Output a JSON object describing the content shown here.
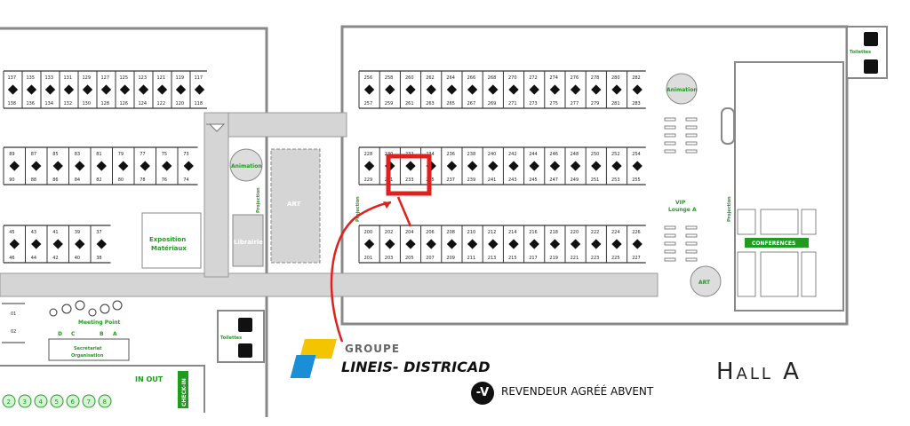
{
  "zones": {
    "animation_top": "Animation",
    "animation_left": "Animation",
    "art_hall": "ART",
    "art_circle": "ART",
    "vip": "VIP",
    "vip_sub": "Lounge A",
    "conferences": "CONFERENCES",
    "exposition": "Exposition",
    "exposition_sub": "Matériaux",
    "librairie": "Librairie",
    "projection": "Projection",
    "toilettes": "Toilettes",
    "meeting_point": "Meeting Point",
    "secretariat": "Secrétariat",
    "secretariat_sub": "Organisation",
    "in_out": "IN OUT",
    "check_in": "CHECK-IN"
  },
  "gates": [
    "D",
    "C",
    "B",
    "A"
  ],
  "parking_numbers": [
    "2",
    "3",
    "4",
    "5",
    "6",
    "7",
    "8"
  ],
  "booths": {
    "r1_top": [
      "256",
      "258",
      "260",
      "262",
      "264",
      "266",
      "268",
      "270",
      "272",
      "274",
      "276",
      "278",
      "280",
      "282"
    ],
    "r1_bot": [
      "257",
      "259",
      "261",
      "263",
      "265",
      "267",
      "269",
      "271",
      "273",
      "275",
      "277",
      "279",
      "281",
      "283"
    ],
    "r2_top": [
      "228",
      "230",
      "232",
      "234",
      "236",
      "238",
      "240",
      "242",
      "244",
      "246",
      "248",
      "250",
      "252",
      "254"
    ],
    "r2_bot": [
      "229",
      "231",
      "233",
      "235",
      "237",
      "239",
      "241",
      "243",
      "245",
      "247",
      "249",
      "251",
      "253",
      "255"
    ],
    "r3_top": [
      "200",
      "202",
      "204",
      "206",
      "208",
      "210",
      "212",
      "214",
      "216",
      "218",
      "220",
      "222",
      "224",
      "226"
    ],
    "r3_bot": [
      "201",
      "203",
      "205",
      "207",
      "209",
      "211",
      "213",
      "215",
      "217",
      "219",
      "221",
      "223",
      "225",
      "227"
    ],
    "l1_top": [
      "137",
      "135",
      "133",
      "131",
      "129",
      "127",
      "125",
      "123",
      "121",
      "119",
      "117"
    ],
    "l1_bot": [
      "138",
      "136",
      "134",
      "132",
      "130",
      "128",
      "126",
      "124",
      "122",
      "120",
      "118"
    ],
    "l2_top": [
      "89",
      "87",
      "85",
      "83",
      "81",
      "79",
      "77",
      "75",
      "73"
    ],
    "l2_bot": [
      "90",
      "88",
      "86",
      "84",
      "82",
      "80",
      "78",
      "76",
      "74"
    ],
    "l3_top": [
      "45",
      "43",
      "41",
      "39",
      "37"
    ],
    "l3_bot": [
      "46",
      "44",
      "42",
      "40",
      "38"
    ],
    "l4": [
      "01",
      "02"
    ]
  },
  "highlight_booth": "233",
  "brand": {
    "group": "GROUPE",
    "name": "LINEIS- DISTRICAD",
    "reseller": "REVENDEUR AGRÉÉ ABVENT",
    "logo_text": "-V"
  },
  "hall_label": "Hall A",
  "colors": {
    "green": "#1f9c1f",
    "highlight": "#e0201c",
    "logo_yellow": "#f5c400",
    "logo_blue": "#1a8fd6"
  }
}
